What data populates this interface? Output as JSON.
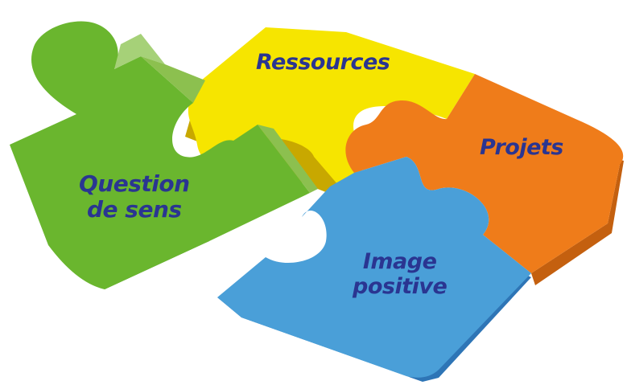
{
  "pieces": {
    "ressources": {
      "label": "Ressources",
      "color": "#f6e500"
    },
    "projets": {
      "label": "Projets",
      "color": "#ef7c1a"
    },
    "question": {
      "label_line1": "Question",
      "label_line2": "de sens",
      "color": "#6ab62e"
    },
    "image": {
      "label_line1": "Image",
      "label_line2": "positive",
      "color": "#4a9fd8"
    }
  },
  "label_color": "#2a3591"
}
